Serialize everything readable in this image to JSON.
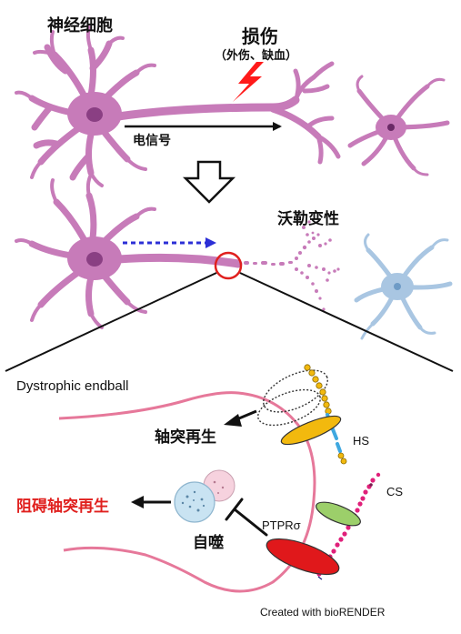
{
  "labels": {
    "neuron": "神经细胞",
    "injury": "损伤",
    "injury_causes": "（外伤、缺血）",
    "electric_signal": "电信号",
    "wallerian_degeneration": "沃勒变性",
    "dystrophic_endball": "Dystrophic endball",
    "axon_regeneration": "轴突再生",
    "block_regeneration": "阻碍轴突再生",
    "autophagy": "自噬",
    "ptpr_sigma": "PTPRσ",
    "hs": "HS",
    "cs": "CS",
    "credit": "Created with bioRENDER"
  },
  "colors": {
    "neuron_pink": "#c77bb9",
    "neuron_pink_dark": "#a35596",
    "nucleus": "#8a3f83",
    "target_blue": "#a9c6e2",
    "membrane": "#e6789a",
    "lightning": "#ff1a1a",
    "signal_arrow_blue": "#2c2fd6",
    "highlight_red": "#e0201e",
    "hs_yellow": "#f2b90e",
    "hs_chain_blue": "#3fa8e0",
    "cs_chain_pink": "#e0207a",
    "cs_green": "#9ccf6a",
    "ptpr_red": "#e0181b",
    "vesicle_blue": "#c9e3f2",
    "vesicle_pink": "#f6d2de"
  }
}
